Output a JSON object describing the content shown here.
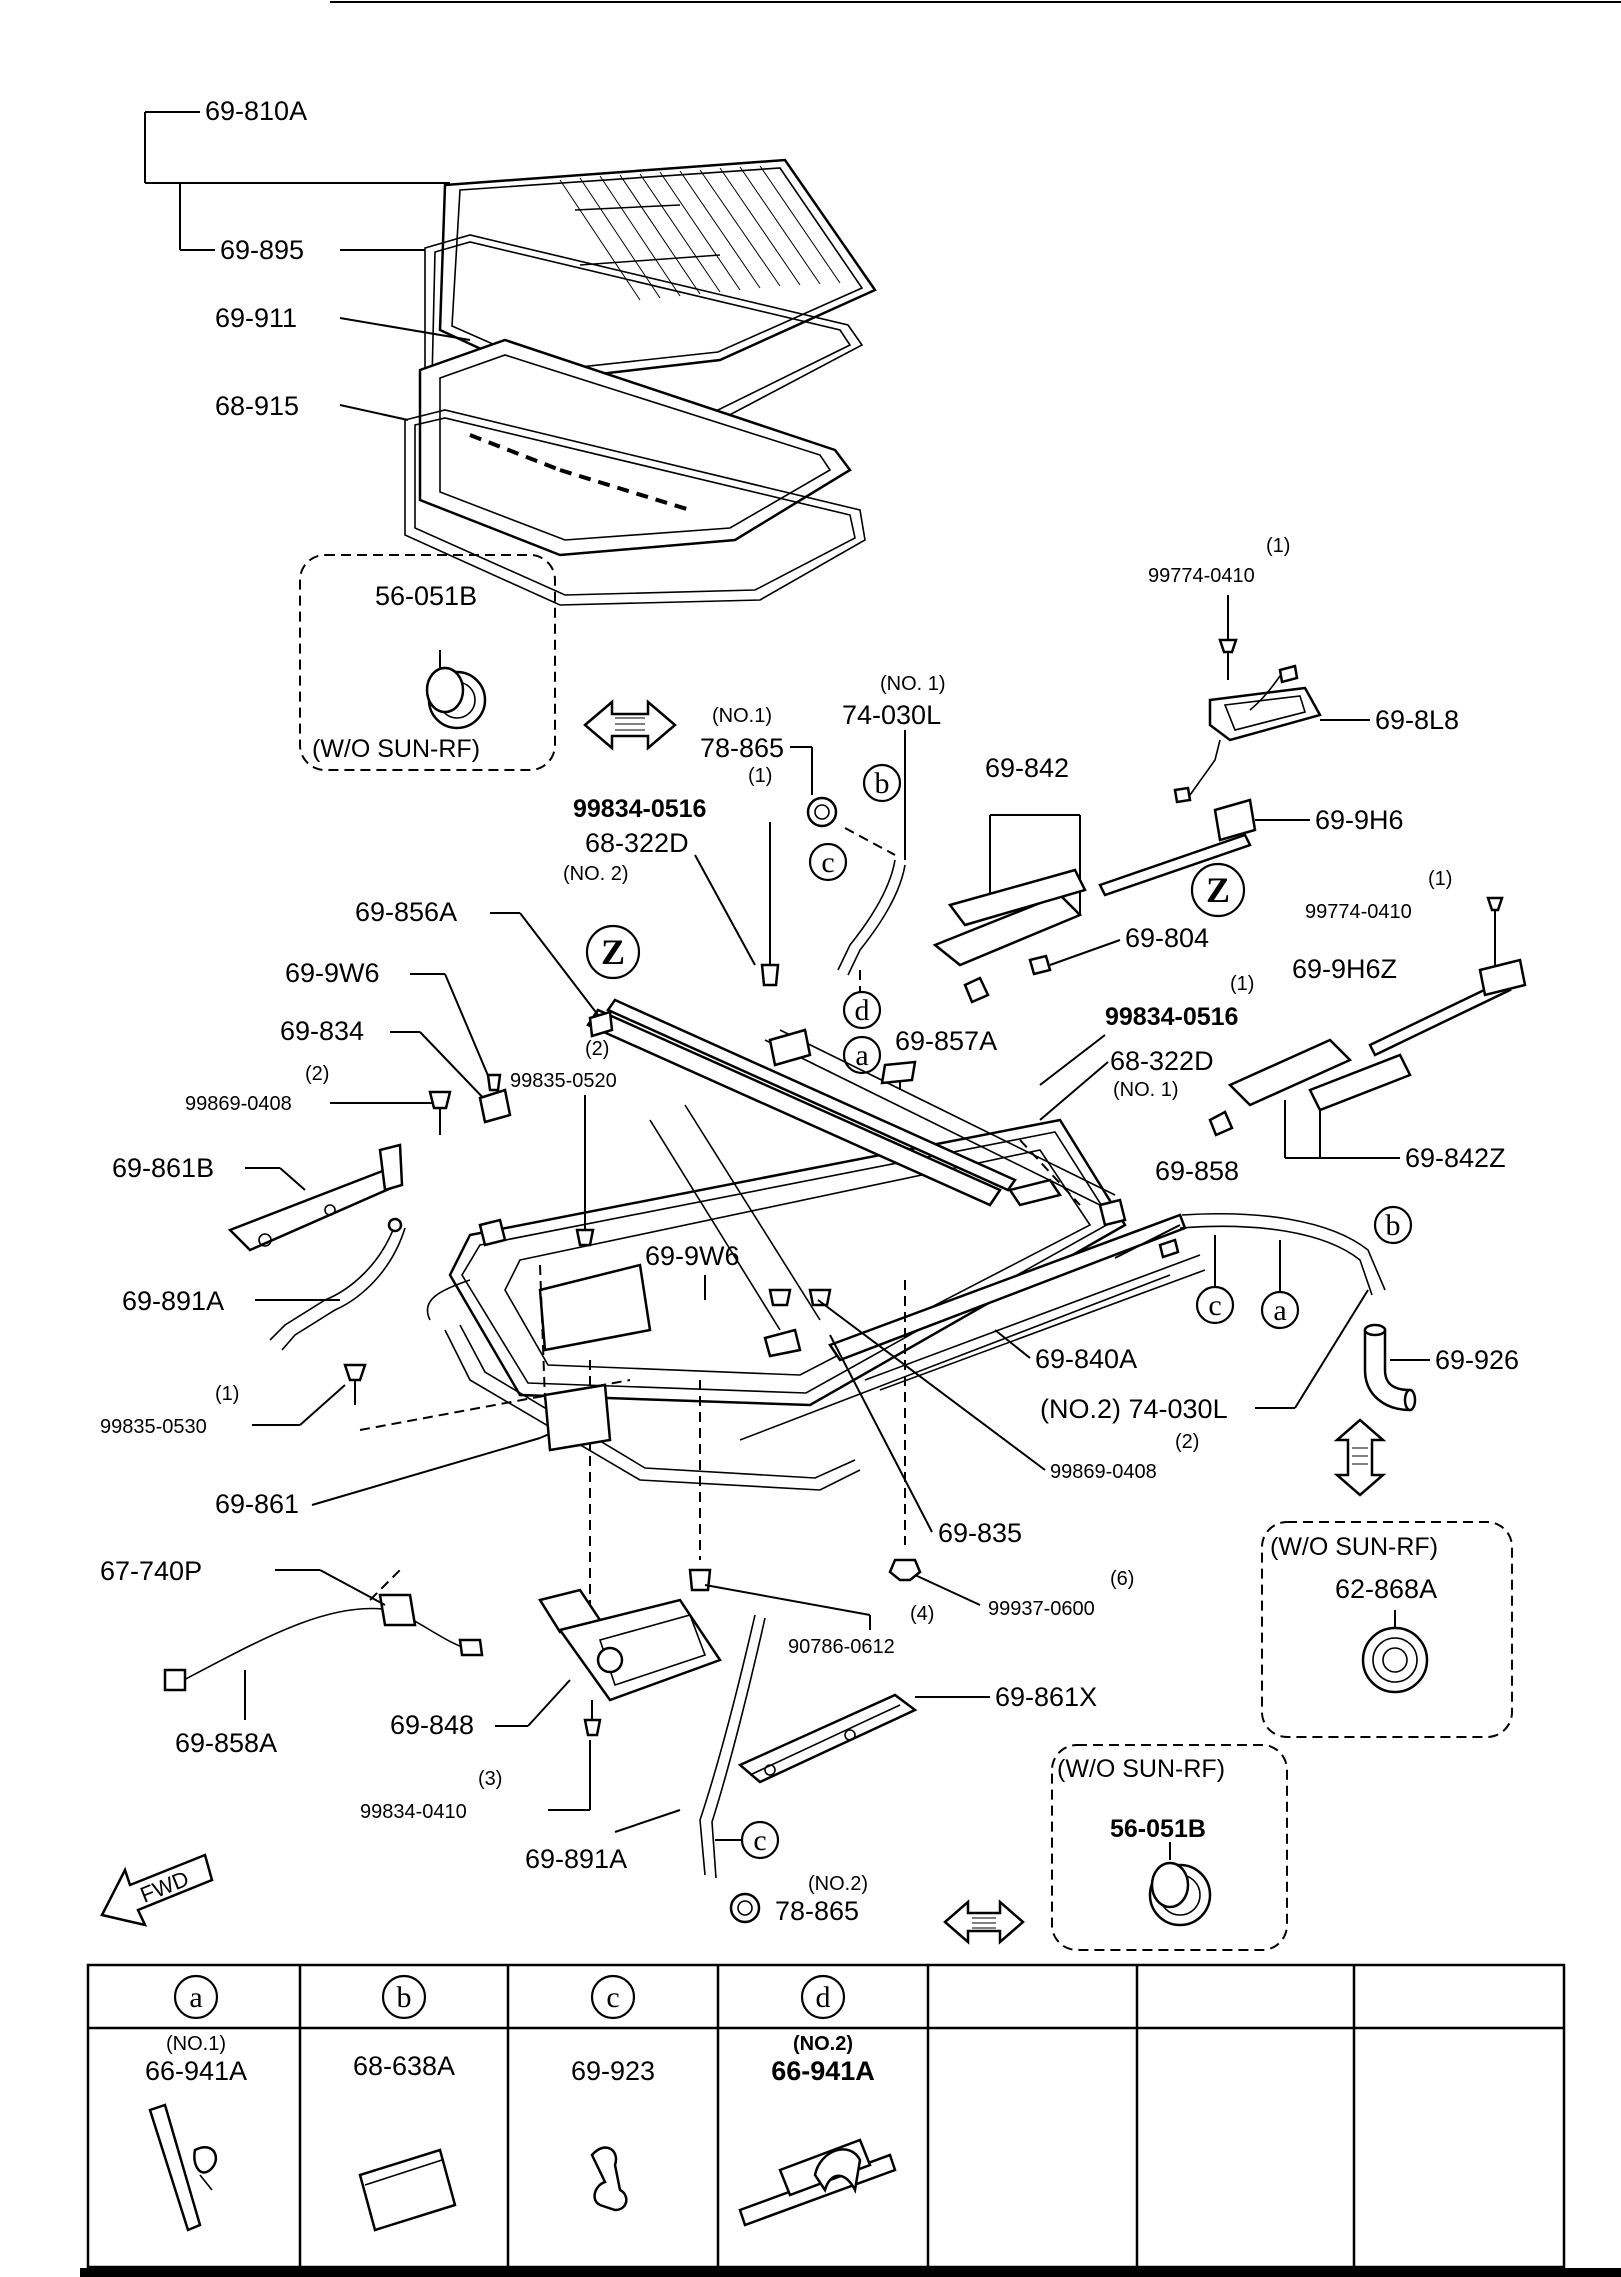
{
  "callouts": {
    "c_69_810A": "69-810A",
    "c_69_895": "69-895",
    "c_69_911": "69-911",
    "c_68_915": "68-915",
    "c_56_051B_top": "56-051B",
    "wo_sunrf_top": "(W/O SUN-RF)",
    "c_99774_top_qty": "(1)",
    "c_99774_top": "99774-0410",
    "c_69_8L8": "69-8L8",
    "c_74_030L_no1_tag": "(NO. 1)",
    "c_74_030L_no1": "74-030L",
    "c_78_865_no1_tag": "(NO.1)",
    "c_78_865_no1": "78-865",
    "c_99834_0516_a_qty": "(1)",
    "c_99834_0516_a": "99834-0516",
    "c_68_322D_no2": "68-322D",
    "c_68_322D_no2_tag": "(NO. 2)",
    "c_69_842": "69-842",
    "c_69_9H6": "69-9H6",
    "c_99774_mid_qty": "(1)",
    "c_99774_mid": "99774-0410",
    "c_69_856A": "69-856A",
    "c_69_9W6_a": "69-9W6",
    "c_69_834": "69-834",
    "c_99835_0520_qty": "(2)",
    "c_99835_0520": "99835-0520",
    "c_99869_a_qty": "(2)",
    "c_99869_a": "99869-0408",
    "c_69_804": "69-804",
    "c_69_857A": "69-857A",
    "c_69_9H6Z": "69-9H6Z",
    "c_99834_0516_b_qty": "(1)",
    "c_99834_0516_b": "99834-0516",
    "c_68_322D_no1": "68-322D",
    "c_68_322D_no1_tag": "(NO. 1)",
    "c_69_861B": "69-861B",
    "c_69_858": "69-858",
    "c_69_842Z": "69-842Z",
    "c_69_891A_a": "69-891A",
    "c_69_9W6_b": "69-9W6",
    "c_69_840A": "69-840A",
    "c_69_926": "69-926",
    "c_99835_0530_qty": "(1)",
    "c_99835_0530": "99835-0530",
    "c_74_030L_no2": "(NO.2) 74-030L",
    "c_99869_b_qty": "(2)",
    "c_99869_b": "99869-0408",
    "c_69_861": "69-861",
    "c_69_835": "69-835",
    "wo_sunrf_right": "(W/O SUN-RF)",
    "c_62_868A": "62-868A",
    "c_67_740P": "67-740P",
    "c_99937_qty": "(6)",
    "c_99937": "99937-0600",
    "c_90786_qty": "(4)",
    "c_90786": "90786-0612",
    "c_69_861X": "69-861X",
    "c_69_858A": "69-858A",
    "c_69_848": "69-848",
    "c_99834_0410_qty": "(3)",
    "c_99834_0410": "99834-0410",
    "c_69_891A_b": "69-891A",
    "c_78_865_no2_tag": "(NO.2)",
    "c_78_865_no2": "78-865",
    "wo_sunrf_bottom": "(W/O SUN-RF)",
    "c_56_051B_bottom": "56-051B",
    "fwd": "FWD"
  },
  "refs": {
    "a": "a",
    "b": "b",
    "c": "c",
    "d": "d",
    "z": "Z"
  },
  "table": {
    "columns": [
      {
        "ref": "a",
        "tag": "(NO.1)",
        "part": "66-941A"
      },
      {
        "ref": "b",
        "tag": "",
        "part": "68-638A"
      },
      {
        "ref": "c",
        "tag": "",
        "part": "69-923"
      },
      {
        "ref": "d",
        "tag": "(NO.2)",
        "part": "66-941A"
      },
      {
        "ref": "",
        "tag": "",
        "part": ""
      },
      {
        "ref": "",
        "tag": "",
        "part": ""
      },
      {
        "ref": "",
        "tag": "",
        "part": ""
      }
    ]
  }
}
